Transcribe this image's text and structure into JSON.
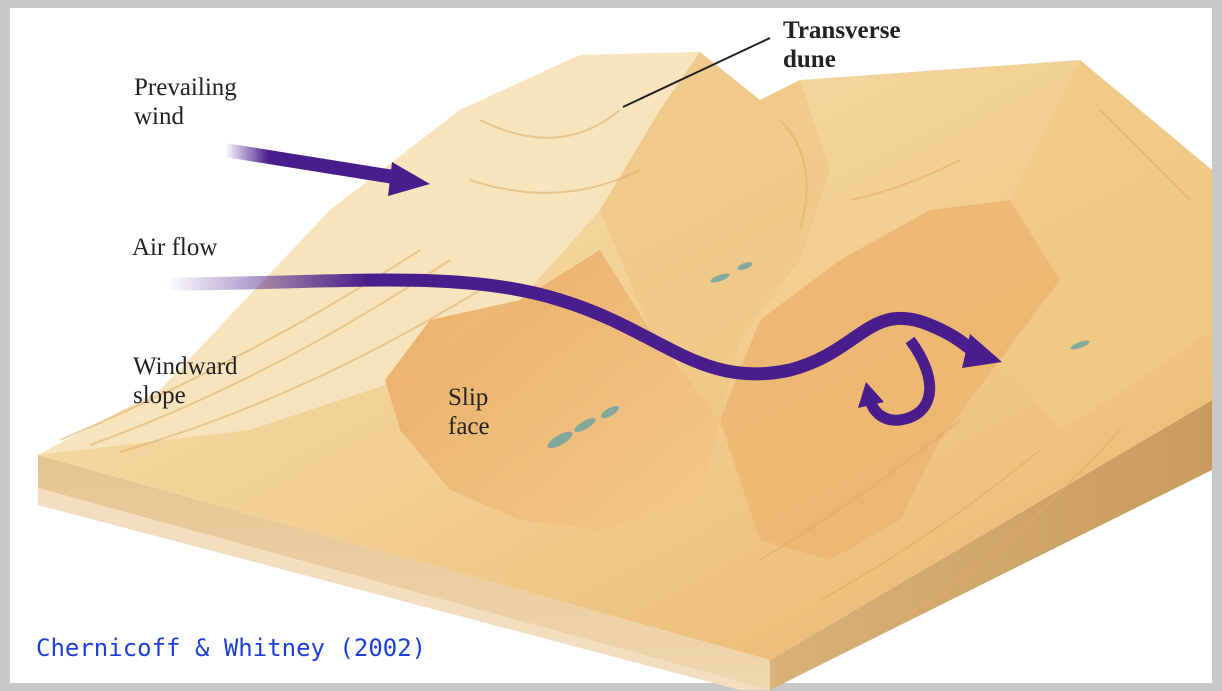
{
  "labels": {
    "transverse_dune_line1": "Transverse",
    "transverse_dune_line2": "dune",
    "prevailing_wind_line1": "Prevailing",
    "prevailing_wind_line2": "wind",
    "air_flow": "Air flow",
    "windward_slope_line1": "Windward",
    "windward_slope_line2": "slope",
    "slip_face_line1": "Slip",
    "slip_face_line2": "face"
  },
  "credit": "Chernicoff & Whitney  (2002)",
  "colors": {
    "sand_light": "#f6ddae",
    "sand_mid": "#eec07a",
    "sand_dark": "#d8964a",
    "block_side": "#e8caa0",
    "arrow": "#4a1d8c",
    "credit_text": "#1d3fd6",
    "frame": "#c8c8c8"
  }
}
